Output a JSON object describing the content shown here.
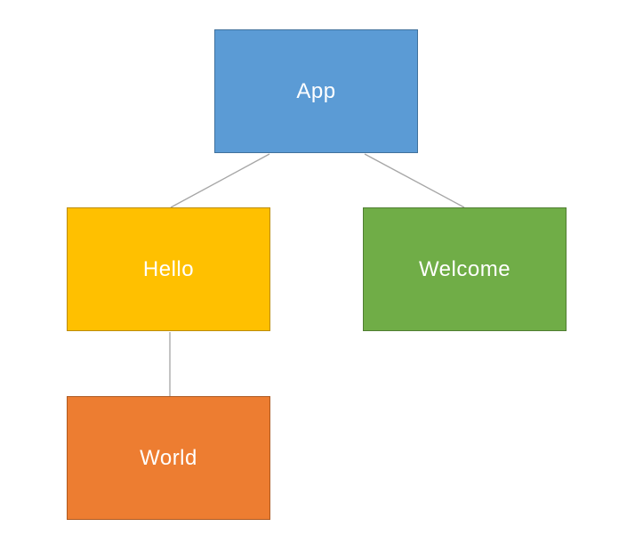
{
  "diagram": {
    "background": "#FFFFFF",
    "text_color": "#FFFFFF",
    "connector_color": "#A6A6A6",
    "nodes": [
      {
        "id": "app",
        "label": "App",
        "fill": "#5B9BD5",
        "border": "#41719C"
      },
      {
        "id": "hello",
        "label": "Hello",
        "fill": "#FFC000",
        "border": "#BC8C00"
      },
      {
        "id": "welcome",
        "label": "Welcome",
        "fill": "#70AD47",
        "border": "#507E32"
      },
      {
        "id": "world",
        "label": "World",
        "fill": "#ED7D31",
        "border": "#AE5A21"
      }
    ],
    "edges": [
      {
        "from": "App",
        "to": "Hello"
      },
      {
        "from": "App",
        "to": "Welcome"
      },
      {
        "from": "Hello",
        "to": "World"
      }
    ]
  }
}
